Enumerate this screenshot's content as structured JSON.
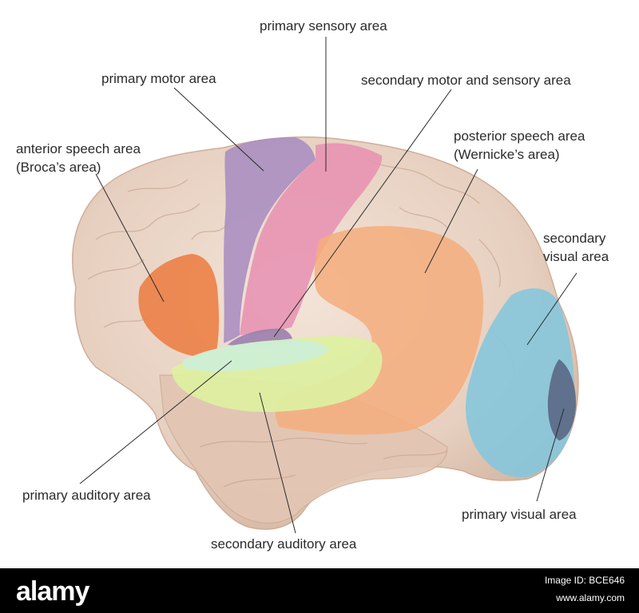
{
  "labels": {
    "primary_sensory": "primary sensory area",
    "primary_motor": "primary motor area",
    "secondary_motor_sensory": "secondary motor and sensory area",
    "anterior_speech": "anterior speech area",
    "broca": "(Broca’s area)",
    "posterior_speech": "posterior speech area",
    "wernicke": "(Wernicke’s area)",
    "secondary_visual_1": "secondary",
    "secondary_visual_2": "visual area",
    "primary_auditory": "primary auditory area",
    "secondary_auditory": "secondary auditory area",
    "primary_visual": "primary visual area"
  },
  "colors": {
    "brain": "#ead6c8",
    "primary_motor": "#a68bc0",
    "primary_sensory": "#e78fb2",
    "broca": "#ec8046",
    "wernicke": "#f4ad7c",
    "primary_auditory": "#cdeed6",
    "secondary_auditory": "#ddefa1",
    "secondary_visual": "#86c6dc",
    "primary_visual": "#5d6d88"
  },
  "watermark": {
    "logo": "alamy",
    "image_id": "Image ID: BCE646",
    "url": "www.alamy.com"
  }
}
